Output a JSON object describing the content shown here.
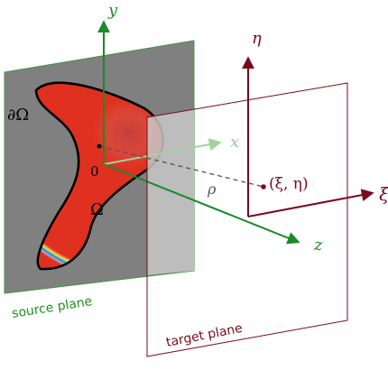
{
  "labels": {
    "y_axis": "y",
    "x_axis": "x",
    "z_axis": "z",
    "eta_axis": "η",
    "xi_axis": "ξ",
    "boundary": "∂Ω",
    "region": "Ω",
    "origin": "0",
    "rho": "ρ",
    "target_point": "(ξ, η)",
    "source_plane": "source plane",
    "target_plane": "target plane"
  },
  "colors": {
    "green_axis": "#1a8a2a",
    "green_label": "#1f8f1f",
    "dark_red": "#7a0a1e",
    "source_plane_fill": "#808080",
    "source_plane_edge": "#3b9a3b",
    "target_plane_edge": "#7a0a1e",
    "target_plane_fill": "#d0d0d0",
    "boundary": "#000000"
  }
}
